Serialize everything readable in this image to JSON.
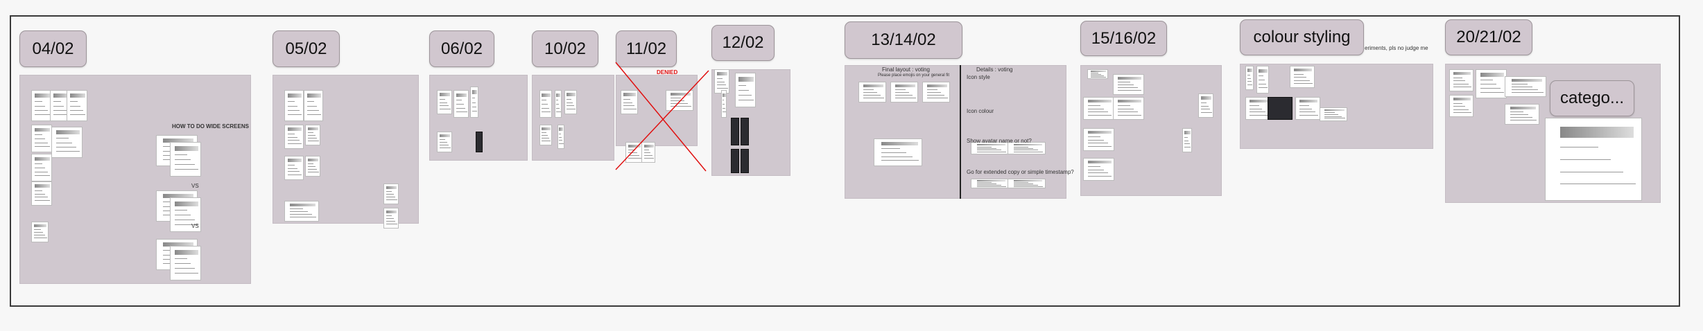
{
  "board": {
    "sections": [
      {
        "id": "s0402",
        "label": "04/02"
      },
      {
        "id": "s0502",
        "label": "05/02"
      },
      {
        "id": "s0602",
        "label": "06/02"
      },
      {
        "id": "s1002",
        "label": "10/02"
      },
      {
        "id": "s1102",
        "label": "11/02"
      },
      {
        "id": "s1202",
        "label": "12/02"
      },
      {
        "id": "s1314",
        "label": "13/14/02"
      },
      {
        "id": "s1516",
        "label": "15/16/02"
      },
      {
        "id": "scolour",
        "label": "colour styling"
      },
      {
        "id": "s2021",
        "label": "20/21/02"
      },
      {
        "id": "scatego",
        "label": "catego..."
      }
    ],
    "notes": {
      "wide_screens": "HOW TO DO WIDE SCREENS",
      "vs": "VS",
      "denied": "DENIED",
      "colour_note": "eriments, pls no judge me",
      "final_layout": "Final layout : voting",
      "final_layout_sub": "Please place emojis on your general fit",
      "details": "Details : voting",
      "icon_style": "Icon style",
      "icon_colour": "Icon colour",
      "avatar": "Show avatar name or not?",
      "copy": "Go for extended copy  or simple timestamp?"
    },
    "colors": {
      "canvas": "#f7f7f7",
      "panel": "#d0c8cf",
      "label": "#d1c7cf",
      "cross": "#e01010"
    }
  }
}
